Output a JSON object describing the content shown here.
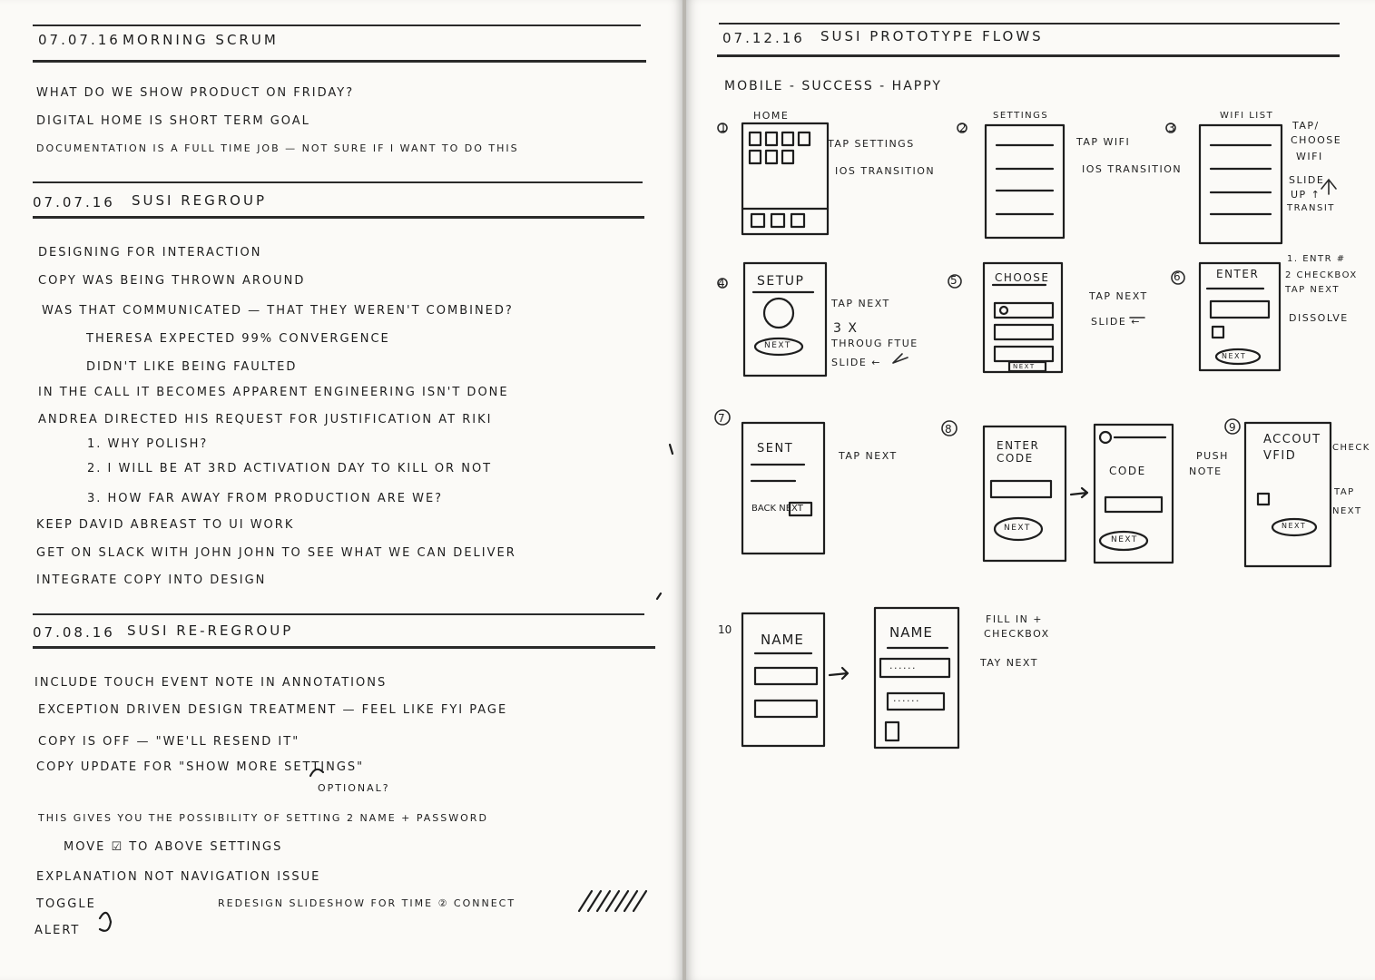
{
  "left_page": {
    "sections": [
      {
        "date": "07.07.16",
        "title": "Morning Scrum",
        "lines": [
          "What do we show product on Friday?",
          "Digital home is short term goal",
          "Documentation is a full time job — not sure if I want to do this"
        ]
      },
      {
        "date": "07.07.16",
        "title": "SuSi Regroup",
        "lines": [
          "Designing for interaction",
          "Copy was being thrown around",
          "Was that communicated — that they weren't combined?",
          "Theresa expected 99% convergence",
          "Didn't like being faulted",
          "In the call it becomes apparent engineering isn't done",
          "Andrea directed his request for justification at Riki",
          "1. Why polish?",
          "2. I will be at 3rd activation day to kill or not",
          "3. How far away from production are we?",
          "Keep David abreast to UI work",
          "Get on Slack with John John to see what we can deliver",
          "Integrate copy into design"
        ]
      },
      {
        "date": "07.08.16",
        "title": "SuSi Re-Regroup",
        "lines": [
          "Include touch event note in annotations",
          "Exception driven design treatment — feel like FYI page",
          "Copy is off — \"we'll resend it\"",
          "Copy update for \"show more settings\"",
          "optional?",
          "This gives you the possibility of setting 2 name + password",
          "Move ☑ to above settings",
          "Explanation not navigation issue",
          "Toggle",
          "Redesign slideshow for time ② connect",
          "Alert"
        ]
      }
    ]
  },
  "right_page": {
    "date": "07.12.16",
    "title": "SuSi Prototype Flows",
    "flow_title": "Mobile - Success - Happy",
    "steps": [
      {
        "num": "1",
        "screen_label": "Home",
        "notes": [
          "Tap settings",
          "iOS transition"
        ]
      },
      {
        "num": "2",
        "screen_label": "Settings",
        "notes": [
          "Tap wifi",
          "iOS transition"
        ]
      },
      {
        "num": "3",
        "screen_label": "Wifi List",
        "notes": [
          "Tap/",
          "Choose",
          "wifi",
          "Slide",
          "up ↑",
          "Transit"
        ]
      },
      {
        "num": "4",
        "screen_label": "Setup",
        "button": "Next",
        "notes": [
          "Tap next",
          "3 x",
          "throug FTUE",
          "Slide ←"
        ]
      },
      {
        "num": "5",
        "screen_label": "Choose",
        "button": "Next",
        "notes": [
          "Tap next",
          "Slide ←"
        ]
      },
      {
        "num": "6",
        "screen_label": "Enter",
        "button": "Next",
        "notes": [
          "1. Entr #",
          "2 checkbox",
          "Tap next",
          "Dissolve"
        ]
      },
      {
        "num": "7",
        "screen_label": "Sent",
        "button": "Back  Next",
        "notes": [
          "Tap next"
        ]
      },
      {
        "num": "8",
        "screen_label": "Enter Code",
        "button": "Next",
        "notes": [
          "Push",
          "note"
        ]
      },
      {
        "num": "9",
        "screen_label": "Accout VFID",
        "button": "Next",
        "notes": [
          "Check",
          "Tap",
          "next"
        ]
      },
      {
        "num": "10",
        "screen_label": "Name",
        "notes": [
          "Fill in +",
          "checkbox",
          "Tay next"
        ]
      }
    ],
    "step8_second_label": "Code",
    "step10_second_label": "Name",
    "pin_placeholder": "......"
  }
}
